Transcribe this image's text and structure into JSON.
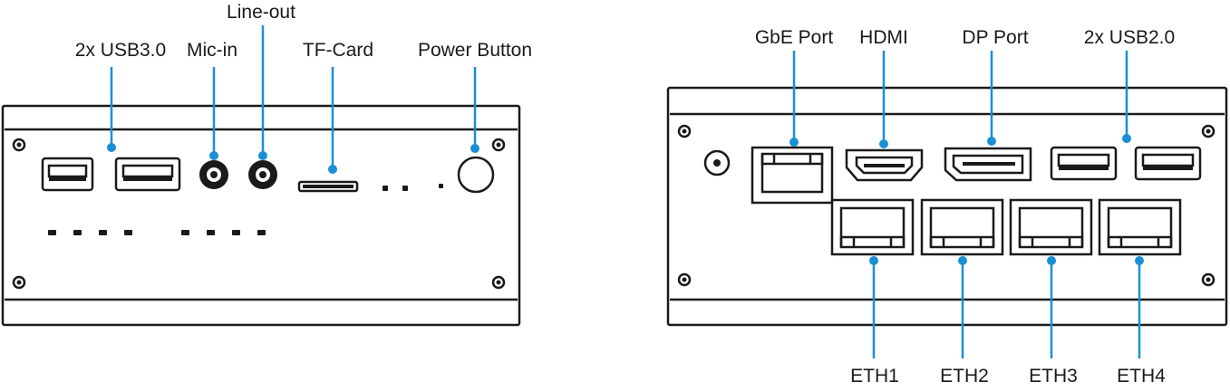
{
  "front_panel": {
    "labels": {
      "usb3": "2x USB3.0",
      "mic_in": "Mic-in",
      "line_out": "Line-out",
      "tf_card": "TF-Card",
      "power_button": "Power Button"
    }
  },
  "rear_panel": {
    "labels": {
      "gbe_port": "GbE Port",
      "hdmi": "HDMI",
      "dp_port": "DP Port",
      "usb2": "2x USB2.0",
      "eth1": "ETH1",
      "eth2": "ETH2",
      "eth3": "ETH3",
      "eth4": "ETH4"
    }
  },
  "colors": {
    "leader_line": "#1a8fd6",
    "outline": "#1a1a1a"
  }
}
